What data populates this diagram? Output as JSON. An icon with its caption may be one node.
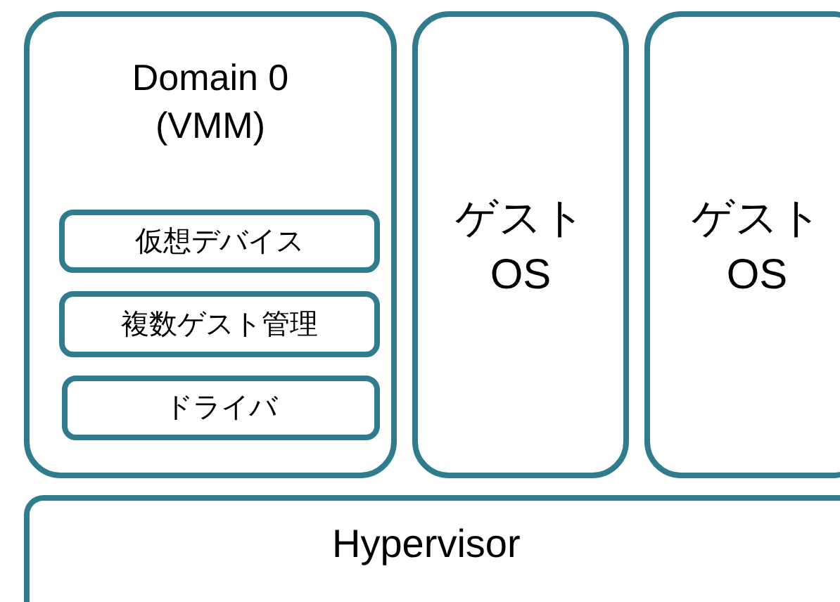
{
  "diagram": {
    "nodes": [
      {
        "text": [
          "Domain 0 (VMM)"
        ]
      },
      {
        "text": [
          "仮想デバイス"
        ],
        "in": 0
      },
      {
        "text": [
          "複数ゲスト管理"
        ],
        "in": 0
      },
      {
        "text": [
          "ドライバ"
        ],
        "in": 0
      },
      {
        "text": [
          "ゲスト OS"
        ]
      },
      {
        "text": [
          "ゲスト OS"
        ]
      },
      {
        "text": [
          "Hypervisor"
        ]
      }
    ]
  }
}
